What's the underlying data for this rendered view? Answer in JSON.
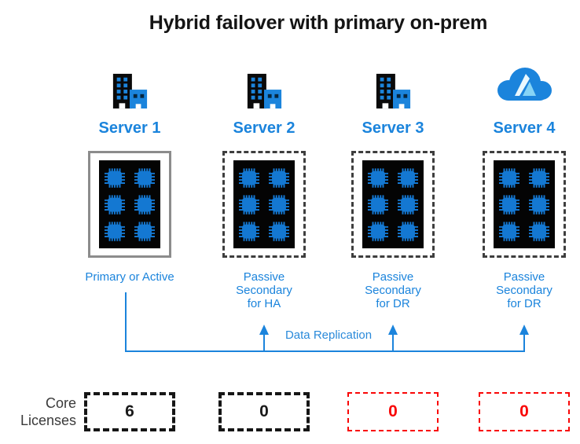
{
  "title": "Hybrid failover with primary on-prem",
  "diagram": {
    "replication_label": "Data Replication",
    "core_licenses_label": "Core\nLicenses"
  },
  "colors": {
    "accent_blue": "#1B84DC",
    "chip_blue": "#1478D2",
    "license_black": "#1A1A1A",
    "license_red": "#F90606",
    "primary_border_gray": "#8C8C8C",
    "passive_border_gray": "#3E3E3E"
  },
  "servers": [
    {
      "name": "Server 1",
      "icon": "office-buildings-icon",
      "role": "Primary or Active",
      "box_style": "solid",
      "chips": 6,
      "core_licenses": "6",
      "license_style": "black-dashed"
    },
    {
      "name": "Server 2",
      "icon": "office-buildings-icon",
      "role": "Passive\nSecondary\nfor HA",
      "box_style": "dashed",
      "chips": 6,
      "core_licenses": "0",
      "license_style": "black-dashed"
    },
    {
      "name": "Server 3",
      "icon": "office-buildings-icon",
      "role": "Passive\nSecondary\nfor DR",
      "box_style": "dashed",
      "chips": 6,
      "core_licenses": "0",
      "license_style": "red-dashed"
    },
    {
      "name": "Server 4",
      "icon": "azure-cloud-icon",
      "role": "Passive\nSecondary\nfor DR",
      "box_style": "dashed",
      "chips": 6,
      "core_licenses": "0",
      "license_style": "red-dashed"
    }
  ]
}
